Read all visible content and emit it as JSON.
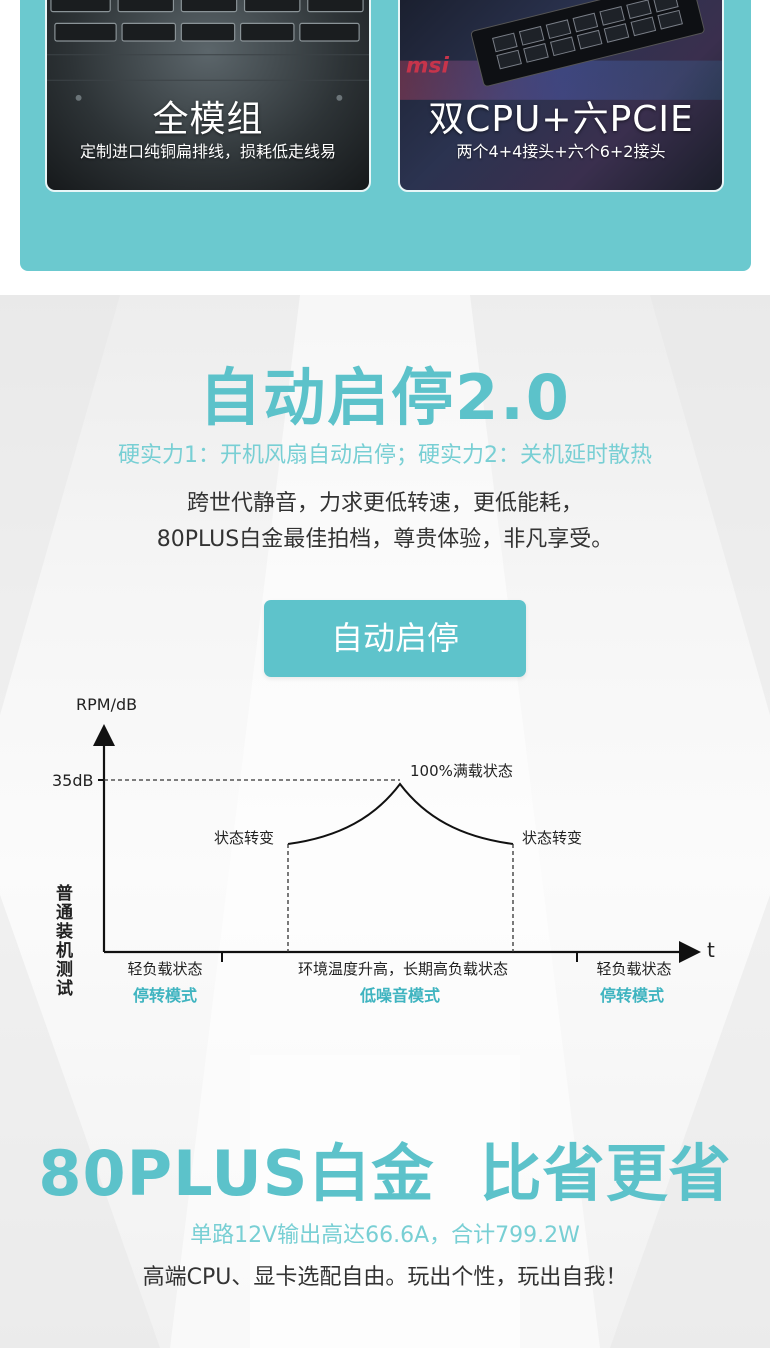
{
  "cards": [
    {
      "title": "全模组",
      "subtitle": "定制进口纯铜扁排线，损耗低走线易"
    },
    {
      "title": "双CPU+六PCIE",
      "subtitle": "两个4+4接头+六个6+2接头",
      "brand": "msi"
    }
  ],
  "auto_section": {
    "heading": "自动启停2.0",
    "subheading": "硬实力1：开机风扇自动启停；硬实力2：关机延时散热",
    "body_line1": "跨世代静音，力求更低转速，更低能耗，",
    "body_line2": "80PLUS白金最佳拍档，尊贵体验，非凡享受。",
    "button_label": "自动启停"
  },
  "diagram": {
    "y_axis_label": "RPM/dB",
    "x_axis_label": "t",
    "y_tick": "35dB",
    "side_label": "普通装机测试",
    "side_chars": [
      "普",
      "通",
      "装",
      "机",
      "测",
      "试"
    ],
    "peak_label": "100%满载状态",
    "transition_left": "状态转变",
    "transition_right": "状态转变",
    "phases": [
      {
        "state": "轻负载状态",
        "mode": "停转模式"
      },
      {
        "state": "环境温度升高，长期高负载状态",
        "mode": "低噪音模式"
      },
      {
        "state": "轻负载状态",
        "mode": "停转模式"
      }
    ],
    "colors": {
      "mode_text": "#3fb4c0",
      "axis": "#111111"
    }
  },
  "plus_section": {
    "heading": "80PLUS白金  比省更省",
    "subheading": "单路12V输出高达66.6A，合计799.2W",
    "body": "高端CPU、显卡选配自由。玩出个性，玩出自我！"
  },
  "colors": {
    "teal": "#6bc9cf",
    "heading_teal": "#5cc2ca",
    "button_teal": "#5ec3cb",
    "text_dark": "#333333"
  }
}
